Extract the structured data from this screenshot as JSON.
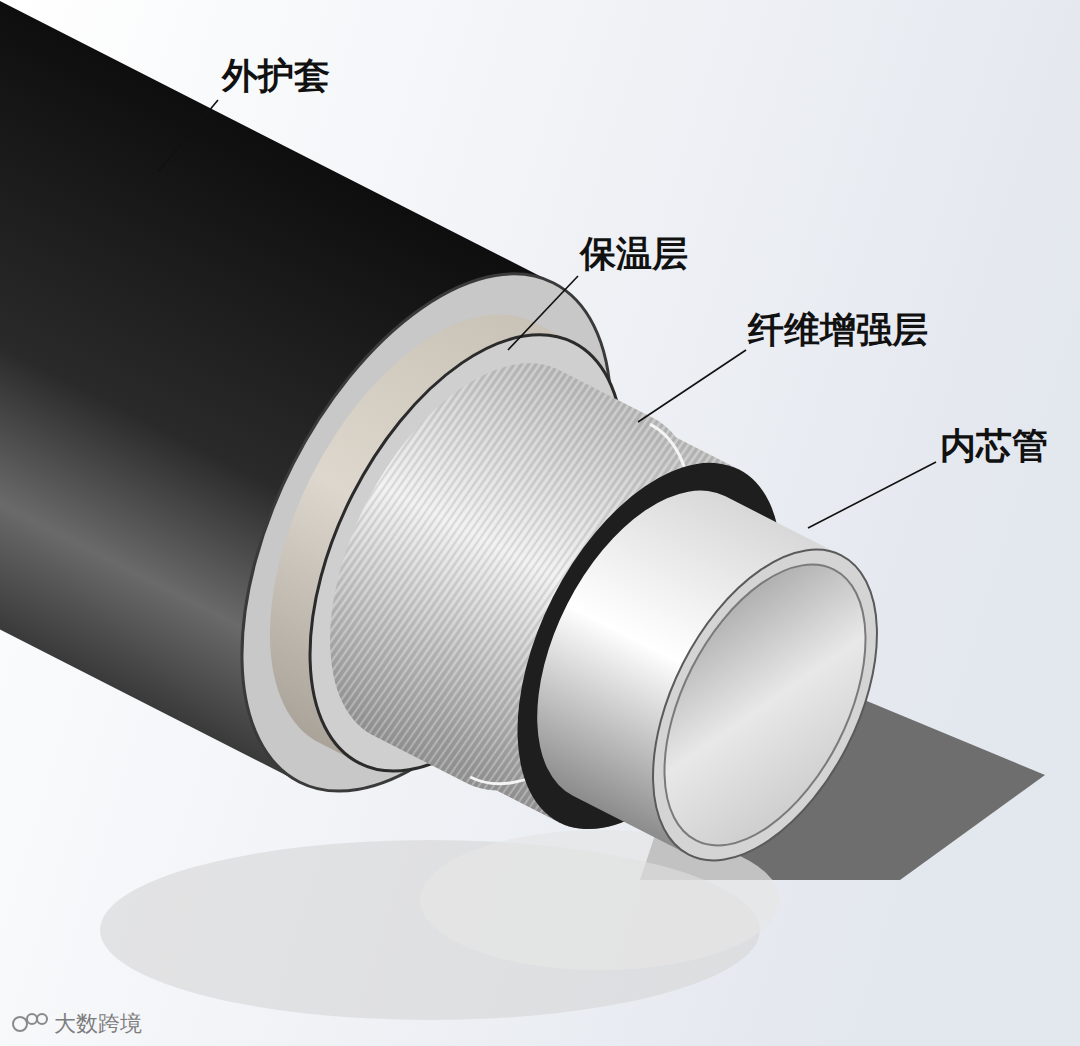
{
  "diagram": {
    "labels": [
      "外护套",
      "保温层",
      "纤维增强层",
      "内芯管",
      "大数跨境"
    ]
  }
}
